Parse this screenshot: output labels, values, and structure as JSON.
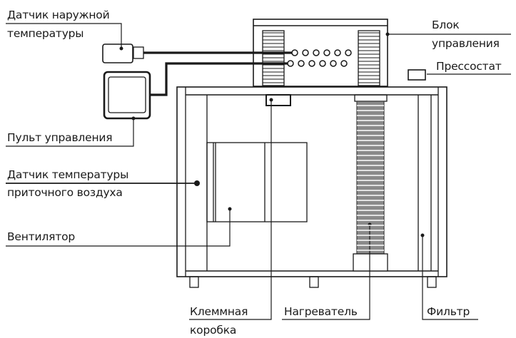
{
  "title": "Схема устройства вентиляционной установки",
  "labels": {
    "outdoor_sensor": [
      "Датчик наружной",
      "температуры"
    ],
    "control_panel": "Пульт управления",
    "supply_air_sensor": [
      "Датчик температуры",
      "приточного воздуха"
    ],
    "fan": "Вентилятор",
    "control_unit": [
      "Блок",
      "управления"
    ],
    "pressostat": "Прессостат",
    "terminal_box": [
      "Клеммная",
      "коробка"
    ],
    "heater": "Нагреватель",
    "filter": "Фильтр"
  },
  "colors": {
    "line": "#1a1a1a",
    "background": "#ffffff",
    "heater_fill": "#6e6e6e"
  }
}
